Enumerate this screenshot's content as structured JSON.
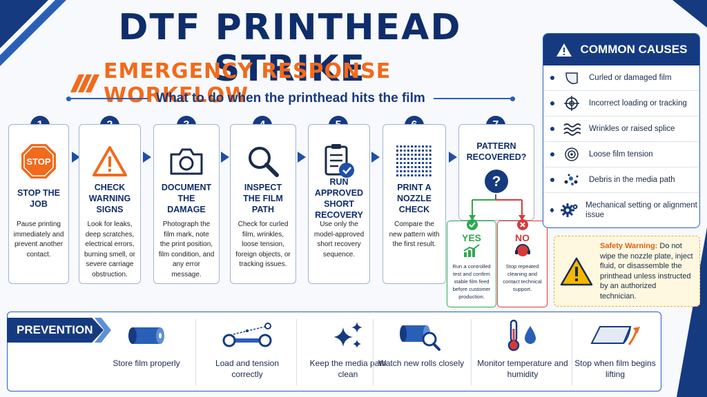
{
  "header": {
    "title": "DTF PRINTHEAD STRIKE",
    "subtitle": "EMERGENCY RESPONSE WORKFLOW",
    "tagline": "What to do when the printhead hits the film"
  },
  "steps": [
    {
      "num": "1",
      "title": "STOP THE JOB",
      "desc": "Pause printing immediately and prevent another contact.",
      "icon": "stop-sign-icon"
    },
    {
      "num": "2",
      "title": "CHECK WARNING SIGNS",
      "desc": "Look for leaks, deep scratches, electrical errors, burning smell, or severe carriage obstruction.",
      "icon": "warning-triangle-icon"
    },
    {
      "num": "3",
      "title": "DOCUMENT THE DAMAGE",
      "desc": "Photograph the film mark, note the print position, film condition, and any error message.",
      "icon": "camera-icon"
    },
    {
      "num": "4",
      "title": "INSPECT THE FILM PATH",
      "desc": "Check for curled film, wrinkles, loose tension, foreign objects, or tracking issues.",
      "icon": "magnifier-icon"
    },
    {
      "num": "5",
      "title": "RUN APPROVED SHORT RECOVERY",
      "desc": "Use only the model-approved short recovery sequence.",
      "icon": "clipboard-check-icon"
    },
    {
      "num": "6",
      "title": "PRINT A NOZZLE CHECK",
      "desc": "Compare the new pattern with the first result.",
      "icon": "nozzle-pattern-icon"
    },
    {
      "num": "7",
      "title": "PATTERN RECOVERED?",
      "question": "?",
      "icon": "question-icon"
    }
  ],
  "outcomes": {
    "stop_sign_text": "STOP",
    "yes": {
      "label": "YES",
      "desc": "Run a controlled test and confirm stable film feed before customer production."
    },
    "no": {
      "label": "NO",
      "desc": "Stop repeated cleaning and contact technical support."
    }
  },
  "causes": {
    "heading": "COMMON CAUSES",
    "items": [
      {
        "label": "Curled or damaged film",
        "icon": "curled-film-icon"
      },
      {
        "label": "Incorrect loading or tracking",
        "icon": "crosshair-icon"
      },
      {
        "label": "Wrinkles or raised splice",
        "icon": "wave-icon"
      },
      {
        "label": "Loose film tension",
        "icon": "roll-tension-icon"
      },
      {
        "label": "Debris in the media path",
        "icon": "debris-icon"
      },
      {
        "label": "Mechanical setting or alignment issue",
        "icon": "gear-icon"
      }
    ]
  },
  "safety": {
    "label": "Safety Warning:",
    "text": " Do not wipe the nozzle plate, inject fluid, or disassemble the printhead unless instructed by an authorized technician."
  },
  "prevention": {
    "heading": "PREVENTION",
    "items": [
      {
        "label": "Store film properly",
        "icon": "film-roll-icon"
      },
      {
        "label": "Load and tension correctly",
        "icon": "roller-path-icon"
      },
      {
        "label": "Keep the media path clean",
        "icon": "sparkle-icon"
      },
      {
        "label": "Watch new rolls closely",
        "icon": "roll-magnifier-icon"
      },
      {
        "label": "Monitor temperature and humidity",
        "icon": "thermometer-drop-icon"
      },
      {
        "label": "Stop when film begins lifting",
        "icon": "lifting-film-icon"
      }
    ]
  },
  "colors": {
    "navy": "#163a80",
    "orange": "#f26a1b",
    "green": "#2fa84f",
    "red": "#d83a3a",
    "warning": "#f0a830"
  }
}
